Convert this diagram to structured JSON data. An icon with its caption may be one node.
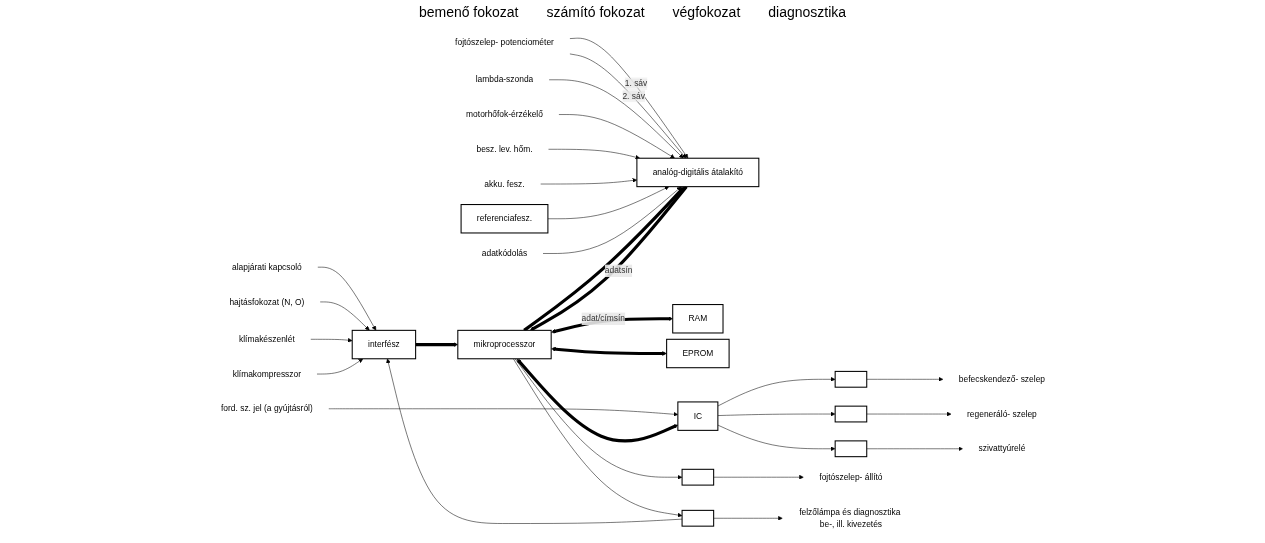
{
  "diagram": {
    "nodes": [
      {
        "text": [
          "alapjárati kapcsoló"
        ]
      },
      {
        "text": [
          "hajtásfokozat (N, O)"
        ]
      },
      {
        "text": [
          "klímakészenlét"
        ]
      },
      {
        "text": [
          "klímakompresszor"
        ]
      },
      {
        "text": [
          "fojtószelep- potenciométer"
        ]
      },
      {
        "text": [
          "lambda-szonda"
        ]
      },
      {
        "text": [
          "motorhőfok-érzékelő"
        ]
      },
      {
        "text": [
          "besz. lev. hőm."
        ]
      },
      {
        "text": [
          "akku. fesz."
        ]
      },
      {
        "text": [
          "referenciafesz."
        ]
      },
      {
        "text": [
          "adatkódolás"
        ]
      },
      {
        "text": [
          "ford. sz. jel (a gyújtásról)"
        ]
      },
      {
        "text": [
          "interfész"
        ]
      },
      {
        "text": [
          "analóg-digitális átalakító"
        ]
      },
      {
        "text": [
          "mikroprocesszor"
        ]
      },
      {
        "text": [
          "RAM"
        ]
      },
      {
        "text": [
          "EPROM"
        ]
      },
      {
        "text": [
          "IC"
        ]
      },
      {
        "text": [],
        "shape": "box"
      },
      {
        "text": [],
        "shape": "box"
      },
      {
        "text": [],
        "shape": "box"
      },
      {
        "text": [],
        "shape": "box"
      },
      {
        "text": [],
        "shape": "box"
      },
      {
        "text": [
          "fojtószelep- állító"
        ]
      },
      {
        "text": [
          "felzőlámpa és diagnosztika be-, ill. kivezetés"
        ]
      },
      {
        "text": [
          "befecskendező- szelep"
        ]
      },
      {
        "text": [
          "regeneráló- szelep"
        ]
      },
      {
        "text": [
          "szivattyúrelé"
        ]
      }
    ],
    "edges": [
      {
        "from": 0,
        "to": 12,
        "arrow": "to"
      },
      {
        "from": 1,
        "to": 12,
        "arrow": "to"
      },
      {
        "from": 2,
        "to": 12,
        "arrow": "to"
      },
      {
        "from": 3,
        "to": 12,
        "arrow": "to"
      },
      {
        "from": 19,
        "to": 12,
        "arrow": "to"
      },
      {
        "from": 4,
        "to": 13,
        "arrow": "to",
        "label": "1. sáv"
      },
      {
        "from": 4,
        "to": 13,
        "arrow": "to",
        "label": "2. sáv"
      },
      {
        "from": 5,
        "to": 13,
        "arrow": "to"
      },
      {
        "from": 6,
        "to": 13,
        "arrow": "to"
      },
      {
        "from": 7,
        "to": 13,
        "arrow": "to"
      },
      {
        "from": 8,
        "to": 13,
        "arrow": "to"
      },
      {
        "from": 9,
        "to": 13,
        "arrow": "to"
      },
      {
        "from": 10,
        "to": 13,
        "arrow": "to"
      },
      {
        "from": 11,
        "to": 17,
        "arrow": "to"
      },
      {
        "from": 12,
        "to": 14,
        "arrow": "to",
        "style": "thick"
      },
      {
        "from": 13,
        "to": 14,
        "arrow": "to",
        "style": "thick",
        "label": "adatsín"
      },
      {
        "from": 14,
        "to": 13,
        "arrow": "to",
        "style": "thick"
      },
      {
        "from": 14,
        "to": 17,
        "arrow": "both",
        "style": "thick"
      },
      {
        "from": 14,
        "to": 15,
        "arrow": "both",
        "style": "thick",
        "label": "adat/címsín"
      },
      {
        "from": 14,
        "to": 16,
        "arrow": "both",
        "style": "thick"
      },
      {
        "from": 14,
        "to": 18,
        "arrow": "to"
      },
      {
        "from": 14,
        "to": 19,
        "arrow": "to"
      },
      {
        "from": 17,
        "to": 20,
        "arrow": "to"
      },
      {
        "from": 17,
        "to": 21,
        "arrow": "to"
      },
      {
        "from": 17,
        "to": 22,
        "arrow": "to"
      },
      {
        "from": 18,
        "to": 23,
        "arrow": "to"
      },
      {
        "from": 19,
        "to": 24,
        "arrow": "to"
      },
      {
        "from": 20,
        "to": 25,
        "arrow": "to"
      },
      {
        "from": 21,
        "to": 26,
        "arrow": "to"
      },
      {
        "from": 22,
        "to": 27,
        "arrow": "to"
      }
    ],
    "labels": [
      "bemenő fokozat",
      "számító fokozat",
      "végfokozat",
      "diagnosztika"
    ]
  }
}
